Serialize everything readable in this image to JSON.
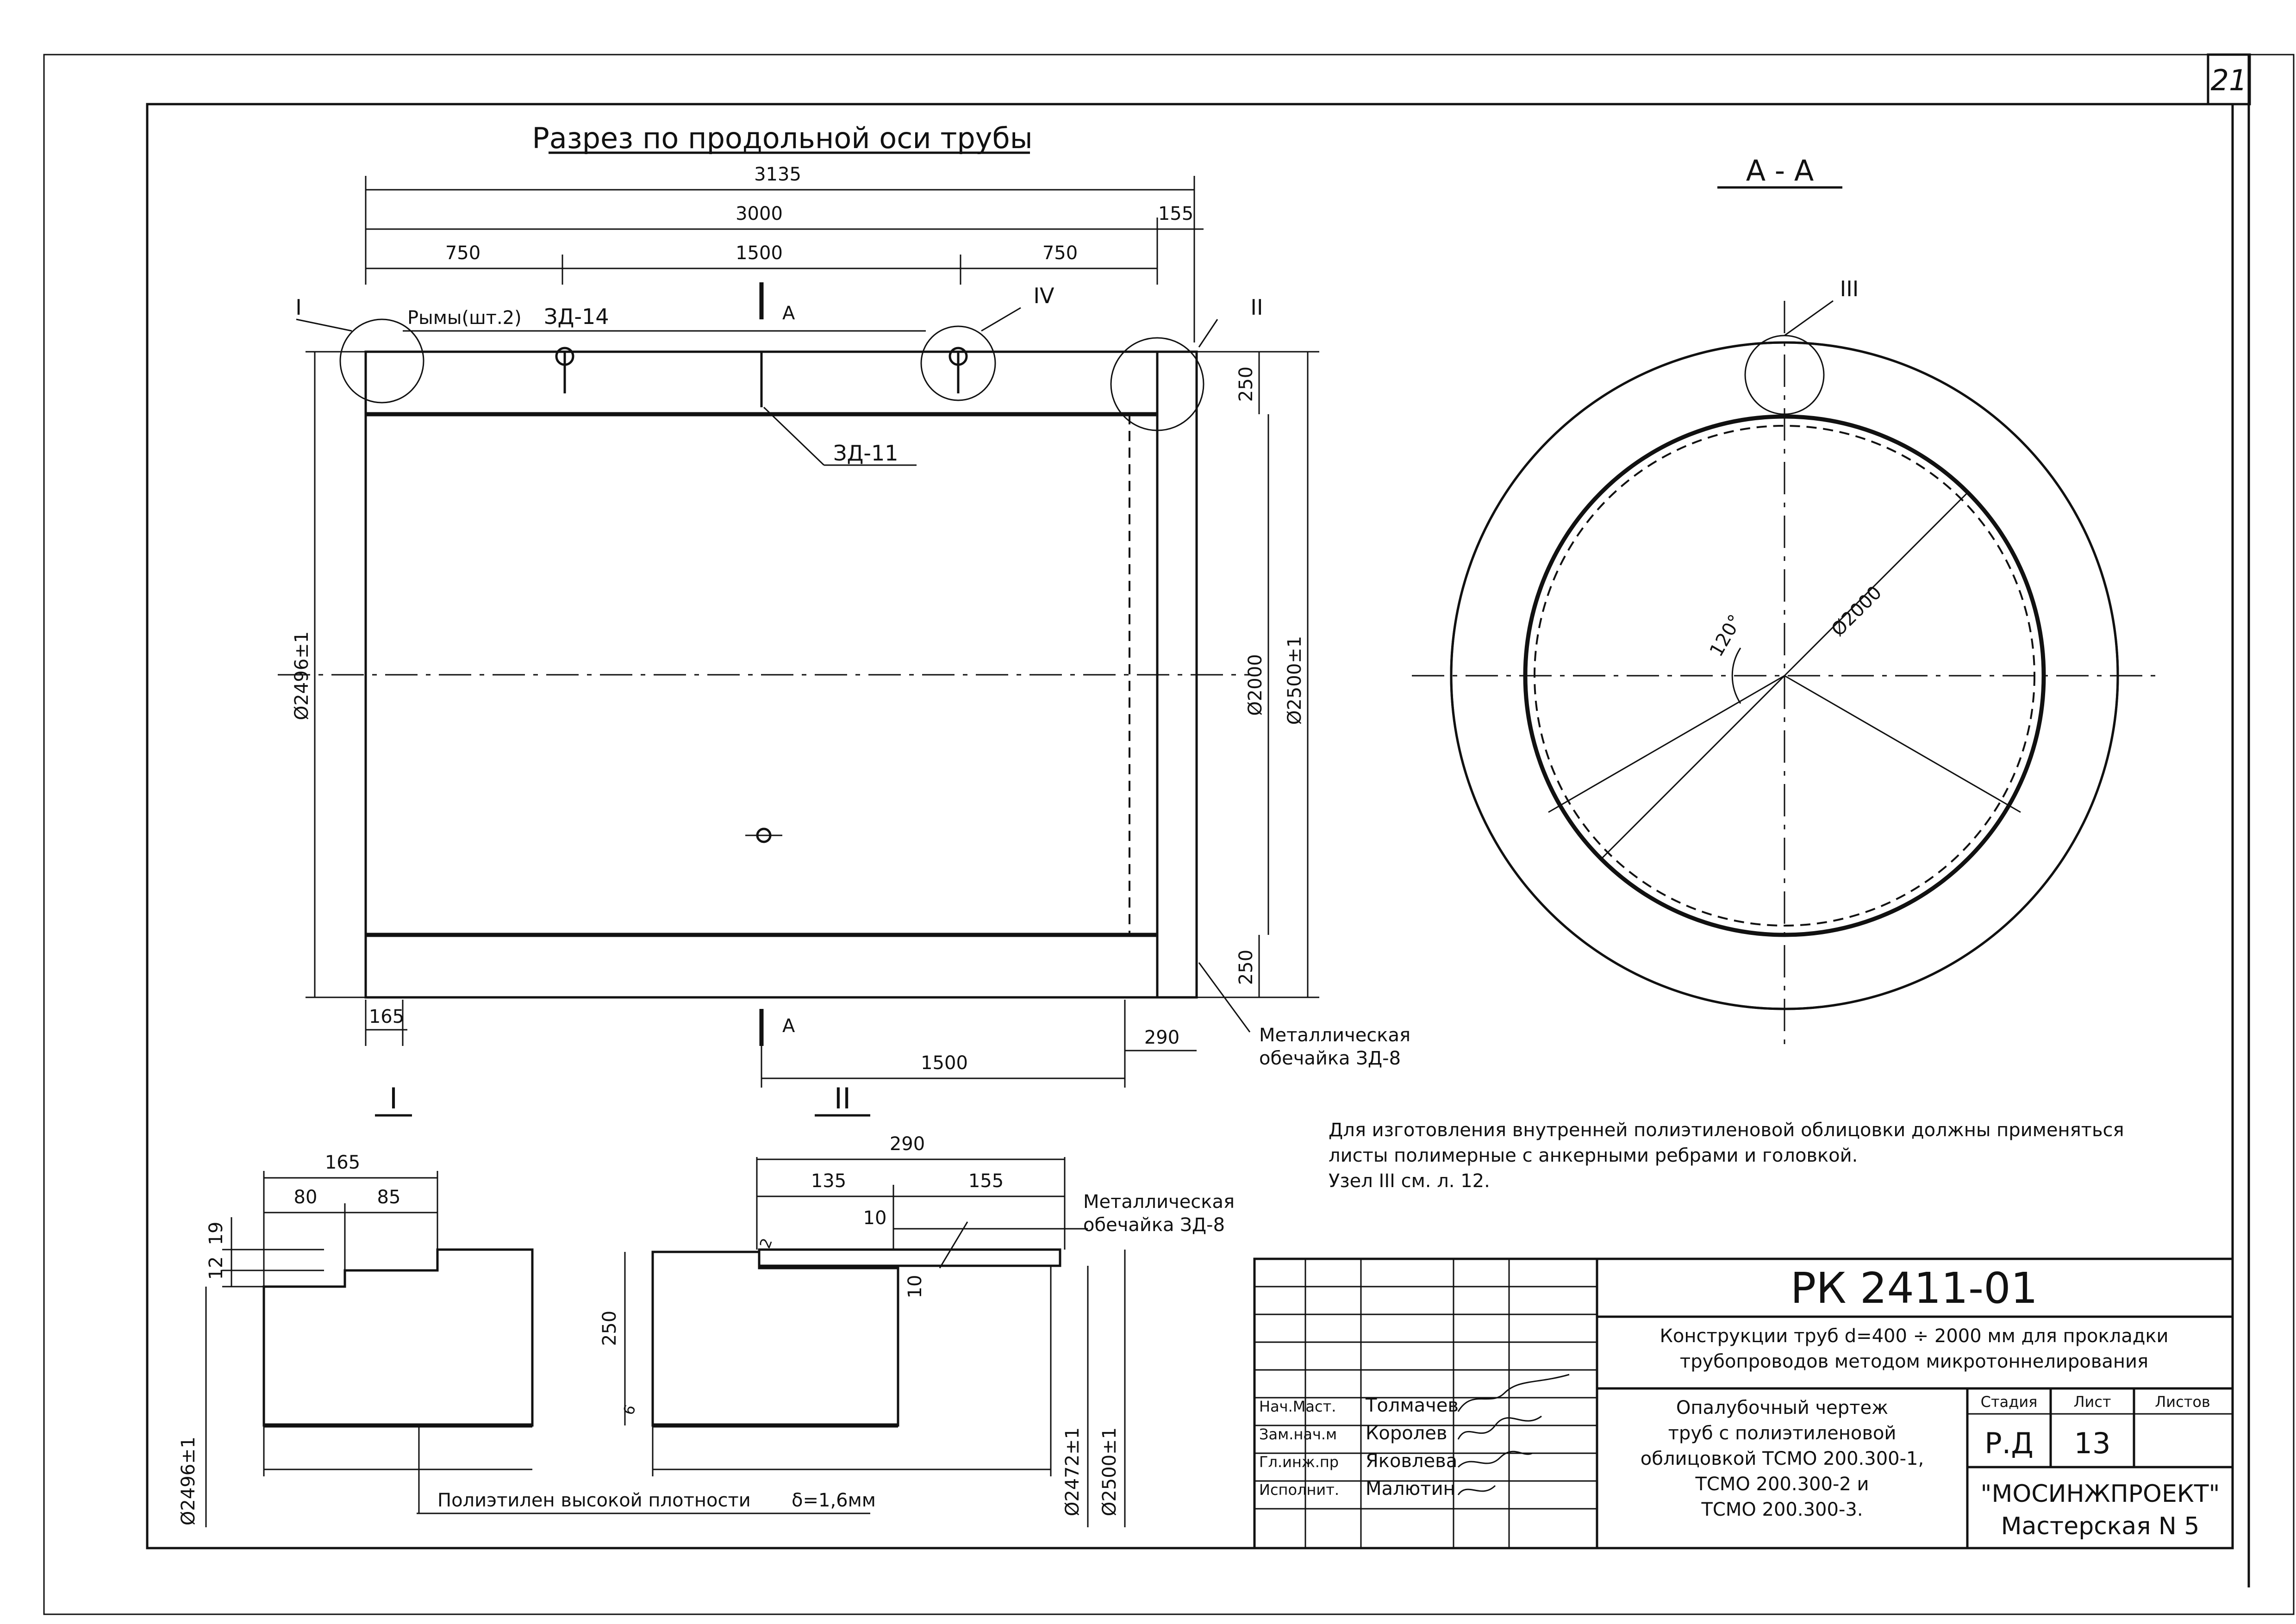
{
  "sheet_number": "21",
  "section_title": "Разрез по продольной оси трубы",
  "section_aa_title": "А - А",
  "dimensions": {
    "total_length": "3135",
    "body_length": "3000",
    "end_ring": "155",
    "seg_left": "750",
    "seg_mid": "1500",
    "seg_right": "750",
    "outer_d_left": "Ø2496±1",
    "inner_d": "Ø2000",
    "outer_d_right": "Ø2500±1",
    "wall_top": "250",
    "wall_bottom": "250",
    "bottom_left": "165",
    "bottom_mid": "1500",
    "bottom_right": "290",
    "aa_diameter": "Ø2000",
    "aa_angle": "120°"
  },
  "callouts": {
    "node_1": "I",
    "node_2": "II",
    "node_3": "III",
    "node_4": "IV",
    "lifting_eyes": "Рымы(шт.2)",
    "part_14": "ЗД-14",
    "part_11": "ЗД-11",
    "cut_mark": "А",
    "metal_shell_line1": "Металлическая",
    "metal_shell_line2": "обечайка ЗД-8"
  },
  "detail_1": {
    "title": "I",
    "dim_total": "165",
    "dim_a": "80",
    "dim_b": "85",
    "dim_h1": "19",
    "dim_h2": "12",
    "diam": "Ø2496±1"
  },
  "detail_2": {
    "title": "II",
    "dim_total": "290",
    "dim_a": "135",
    "dim_b": "155",
    "dim_10a": "10",
    "dim_10b": "10",
    "dim_2": "2",
    "dim_wall": "250",
    "dim_6": "6",
    "diam_a": "Ø2472±1",
    "diam_b": "Ø2500±1",
    "shell_line1": "Металлическая",
    "shell_line2": "обечайка ЗД-8"
  },
  "polyethylene_note": "Полиэтилен высокой плотности",
  "polyethylene_thickness": "δ=1,6мм",
  "notes": [
    "Для изготовления внутренней полиэтиленовой облицовки должны применяться",
    "листы полимерные с анкерными ребрами и головкой.",
    "Узел III см. л. 12."
  ],
  "title_block": {
    "code": "РК 2411-01",
    "project_line1": "Конструкции труб d=400 ÷ 2000 мм для прокладки",
    "project_line2": "трубопроводов методом микротоннелирования",
    "drawing_line1": "Опалубочный чертеж",
    "drawing_line2": "труб с полиэтиленовой",
    "drawing_line3": "облицовкой ТСМО 200.300-1,",
    "drawing_line4": "ТСМО 200.300-2 и",
    "drawing_line5": "ТСМО 200.300-3.",
    "stage_label": "Стадия",
    "sheet_label": "Лист",
    "sheets_label": "Листов",
    "stage_value": "Р.Д",
    "sheet_value": "13",
    "org_line1": "\"МОСИНЖПРОЕКТ\"",
    "org_line2": "Мастерская N 5",
    "roles": [
      "Нач.Маст.",
      "Зам.нач.м",
      "Гл.инж.пр",
      "Исполнит."
    ],
    "names": [
      "Толмачев",
      "Королев",
      "Яковлева",
      "Малютин"
    ]
  }
}
